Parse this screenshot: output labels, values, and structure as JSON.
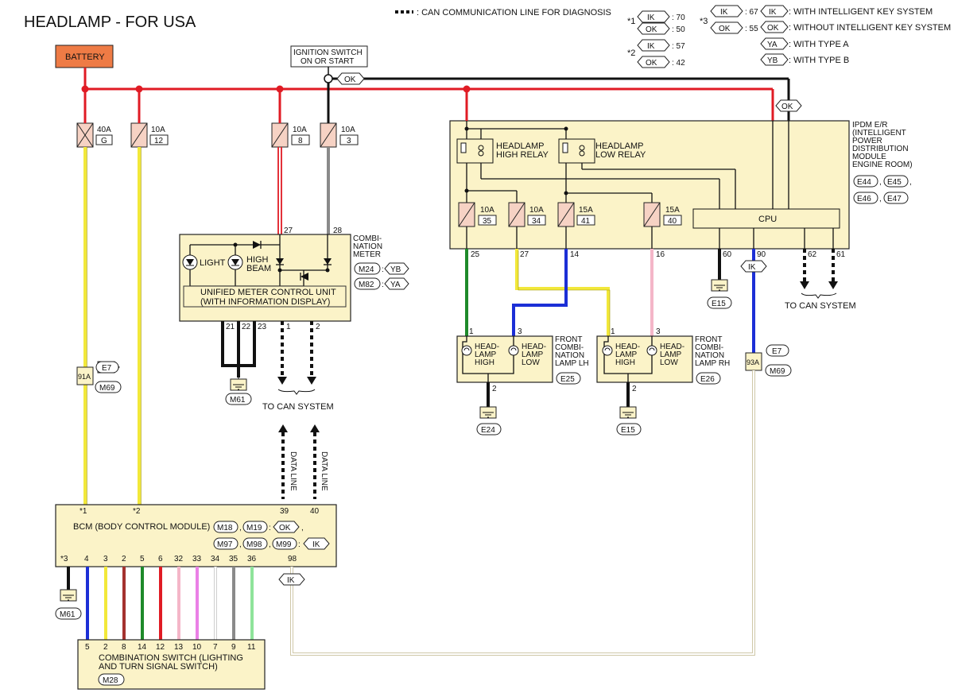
{
  "title": "HEADLAMP - FOR USA",
  "legend": {
    "can_line": ": CAN COMMUNICATION LINE FOR DIAGNOSIS",
    "star1": "*1",
    "star1_ik": "IK",
    "star1_ik_val": ": 70",
    "star1_ok": "OK",
    "star1_ok_val": ": 50",
    "star2": "*2",
    "star2_ik": "IK",
    "star2_ik_val": ": 57",
    "star2_ok": "OK",
    "star2_ok_val": ": 42",
    "star3": "*3",
    "star3_ik": "IK",
    "star3_ik_val": ": 67",
    "star3_ok": "OK",
    "star3_ok_val": ": 55",
    "ik": "IK",
    "ik_desc": ": WITH INTELLIGENT KEY SYSTEM",
    "ok": "OK",
    "ok_desc": ": WITHOUT INTELLIGENT KEY SYSTEM",
    "ya": "YA",
    "ya_desc": ": WITH TYPE A",
    "yb": "YB",
    "yb_desc": ": WITH TYPE B"
  },
  "battery": "BATTERY",
  "ignition": {
    "line1": "IGNITION SWITCH",
    "line2": "ON OR START",
    "ok": "OK"
  },
  "fuses": {
    "f1_amp": "40A",
    "f1_no": "G",
    "f2_amp": "10A",
    "f2_no": "12",
    "f3_amp": "10A",
    "f3_no": "8",
    "f4_amp": "10A",
    "f4_no": "3",
    "f5_amp": "10A",
    "f5_no": "35",
    "f6_amp": "10A",
    "f6_no": "34",
    "f7_amp": "15A",
    "f7_no": "41",
    "f8_amp": "15A",
    "f8_no": "40"
  },
  "ipdm": {
    "label1": "IPDM E/R",
    "label2": "(INTELLIGENT",
    "label3": "POWER",
    "label4": "DISTRIBUTION",
    "label5": "MODULE",
    "label6": "ENGINE ROOM)",
    "conn1": "E44",
    "conn2": "E45",
    "conn3": "E46",
    "conn4": "E47",
    "high_relay_1": "HEADLAMP",
    "high_relay_2": "HIGH RELAY",
    "low_relay_1": "HEADLAMP",
    "low_relay_2": "LOW RELAY",
    "cpu": "CPU",
    "ok_tag": "OK",
    "pins": {
      "p25": "25",
      "p27": "27",
      "p14": "14",
      "p16": "16",
      "p60": "60",
      "p90": "90",
      "p62": "62",
      "p61": "61"
    },
    "ground": "E15",
    "ik_tag": "IK",
    "to_can": "TO CAN SYSTEM"
  },
  "meter": {
    "label1": "COMBI-",
    "label2": "NATION",
    "label3": "METER",
    "conn1": "M24",
    "conn1_tag": "YB",
    "conn2": "M82",
    "conn2_tag": "YA",
    "light": "LIGHT",
    "high1": "HIGH",
    "high2": "BEAM",
    "unit1": "UNIFIED METER CONTROL UNIT",
    "unit2": "(WITH INFORMATION DISPLAY)",
    "pins": {
      "p27": "27",
      "p28": "28",
      "p21": "21",
      "p22": "22",
      "p23": "23",
      "p1": "1",
      "p2": "2"
    },
    "ground": "M61",
    "to_can": "TO CAN SYSTEM"
  },
  "lamp_lh": {
    "label1": "FRONT",
    "label2": "COMBI-",
    "label3": "NATION",
    "label4": "LAMP LH",
    "conn": "E25",
    "high1": "HEAD-",
    "high2": "LAMP",
    "high3": "HIGH",
    "low1": "HEAD-",
    "low2": "LAMP",
    "low3": "LOW",
    "pins": {
      "p1": "1",
      "p3": "3",
      "p2": "2"
    },
    "ground": "E24"
  },
  "lamp_rh": {
    "label1": "FRONT",
    "label2": "COMBI-",
    "label3": "NATION",
    "label4": "LAMP RH",
    "conn": "E26",
    "high1": "HEAD-",
    "high2": "LAMP",
    "high3": "HIGH",
    "low1": "HEAD-",
    "low2": "LAMP",
    "low3": "LOW",
    "pins": {
      "p1": "1",
      "p3": "3",
      "p2": "2"
    },
    "ground": "E15"
  },
  "junction_left": {
    "id": "91A",
    "c1": "E7",
    "c2": "M69"
  },
  "junction_right": {
    "id": "93A",
    "c1": "E7",
    "c2": "M69"
  },
  "data_line": "DATA LINE",
  "bcm": {
    "label": "BCM (BODY CONTROL MODULE)",
    "c1": "M18",
    "c2": "M19",
    "ok": "OK",
    "c3": "M97",
    "c4": "M98",
    "c5": "M99",
    "ik": "IK",
    "top_pins": {
      "s1": "*1",
      "s2": "*2",
      "p39": "39",
      "p40": "40"
    },
    "bottom_pins": [
      "*3",
      "4",
      "3",
      "2",
      "5",
      "6",
      "32",
      "33",
      "34",
      "35",
      "36"
    ],
    "p98": "98",
    "ik_tag": "IK",
    "ground": "M61"
  },
  "comb_switch": {
    "label1": "COMBINATION SWITCH (LIGHTING",
    "label2": "AND TURN SIGNAL SWITCH)",
    "conn": "M28",
    "pins": [
      "5",
      "2",
      "8",
      "14",
      "12",
      "13",
      "10",
      "7",
      "9",
      "11"
    ]
  },
  "colors": {
    "red": "#e01b24",
    "black": "#111111",
    "yellow": "#f2e83a",
    "gray": "#8a8a8a",
    "green": "#1e8a2a",
    "blue": "#1c2fd6",
    "pink": "#f4b6c8",
    "white": "#ffffff",
    "violet": "#ea80e6",
    "light_green": "#8fe39a",
    "brown": "#a4322e",
    "battery_fill": "#ee7b45",
    "box_fill": "#fbf3c8",
    "fuse_fill": "#f6d2c4"
  }
}
